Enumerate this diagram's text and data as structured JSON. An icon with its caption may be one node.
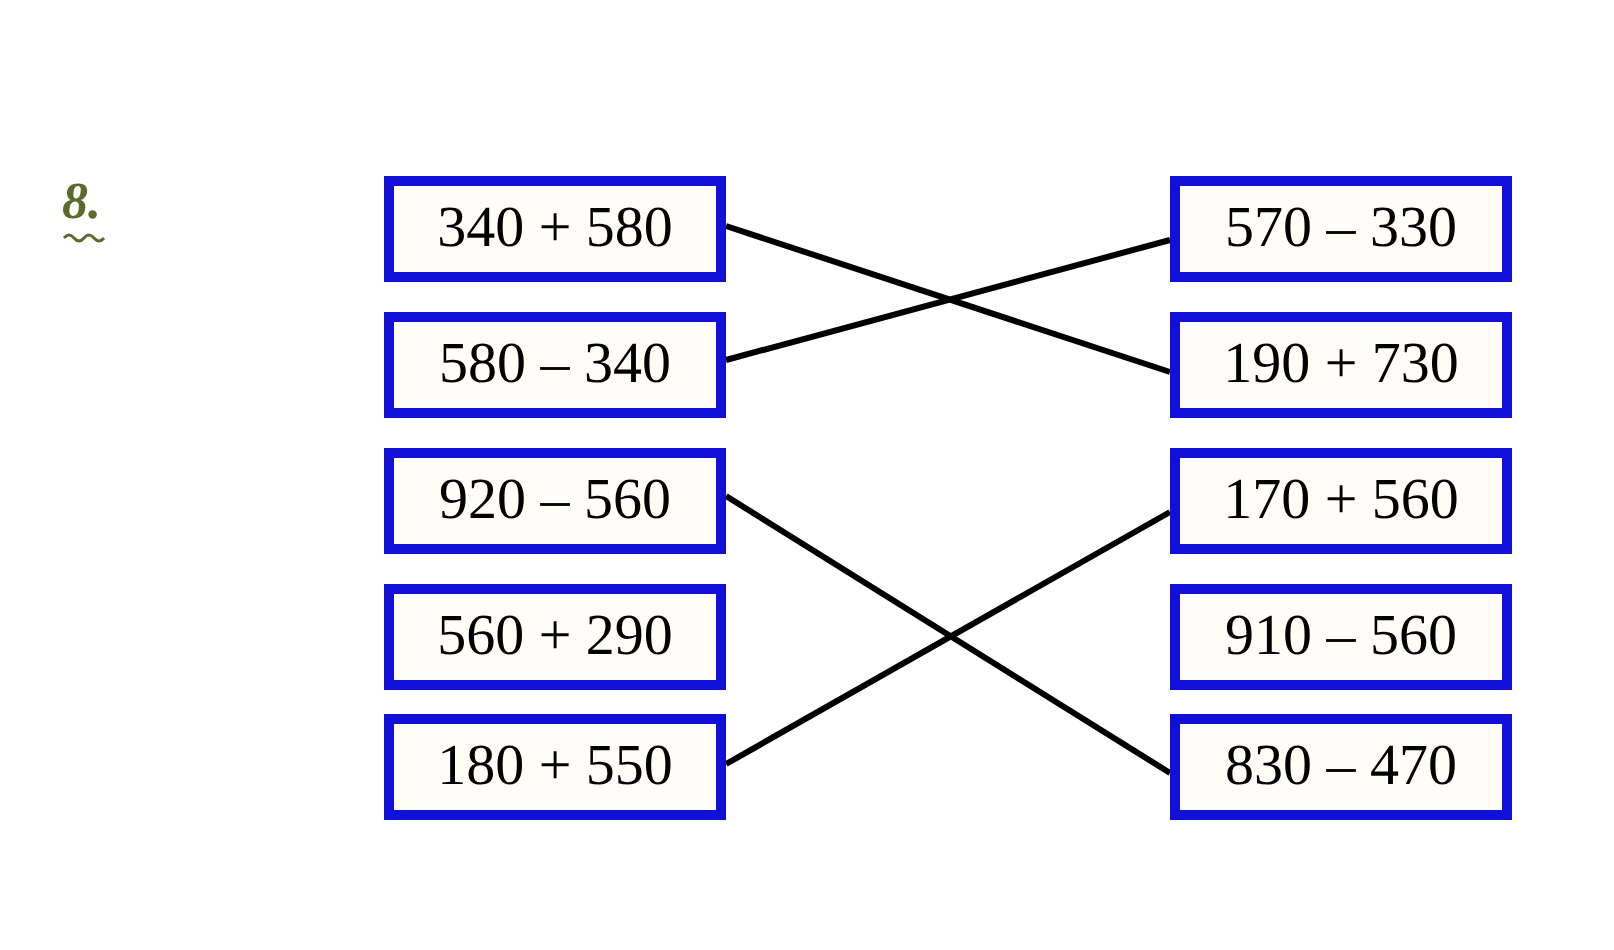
{
  "diagram": {
    "nodes": [
      {
        "text": [
          "340 + 580"
        ]
      },
      {
        "text": [
          "580 – 340"
        ]
      },
      {
        "text": [
          "920 – 560"
        ]
      },
      {
        "text": [
          "560 + 290"
        ]
      },
      {
        "text": [
          "180 + 550"
        ]
      },
      {
        "text": [
          "570 – 330"
        ]
      },
      {
        "text": [
          "190 + 730"
        ]
      },
      {
        "text": [
          "170 + 560"
        ]
      },
      {
        "text": [
          "910 – 560"
        ]
      },
      {
        "text": [
          "830 – 470"
        ]
      }
    ],
    "edges": [
      {
        "from": 0,
        "to": 6,
        "arrow": "none"
      },
      {
        "from": 1,
        "to": 5,
        "arrow": "none"
      },
      {
        "from": 2,
        "to": 9,
        "arrow": "none"
      },
      {
        "from": 4,
        "to": 7,
        "arrow": "none"
      }
    ],
    "labels": [
      "8."
    ]
  }
}
